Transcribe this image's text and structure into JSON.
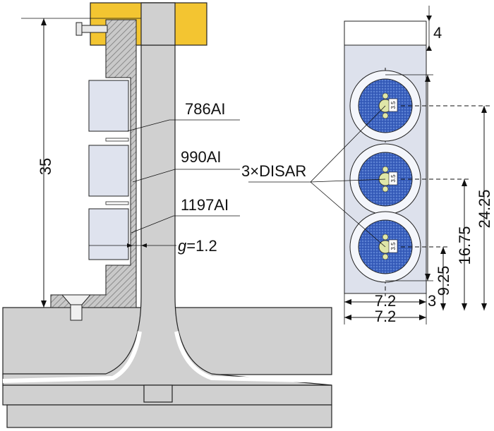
{
  "labels": {
    "dim_35": "35",
    "ring_786": "786AI",
    "ring_990": "990AI",
    "ring_1197": "1197AI",
    "gap_symbol": "g",
    "gap_value": "=1.2",
    "disar": "3×DISAR",
    "dim_4": "4",
    "dim_24_25": "24.25",
    "dim_16_75": "16.75",
    "dim_9_25": "9.25",
    "dim_7_2_top": "7.2",
    "dim_3": "3",
    "dim_7_2_bottom": "7.2",
    "aperture_1": "3.5",
    "aperture_2": "3.5",
    "aperture_3": "3.5"
  },
  "colors": {
    "steel": "#d0d0d0",
    "clamp_yellow": "#f3c531",
    "detector_block": "#dfe3ee",
    "disar_blue": "#3f66c4",
    "panel_fill": "#dde1ec",
    "ring_white": "#f4f6fb"
  }
}
